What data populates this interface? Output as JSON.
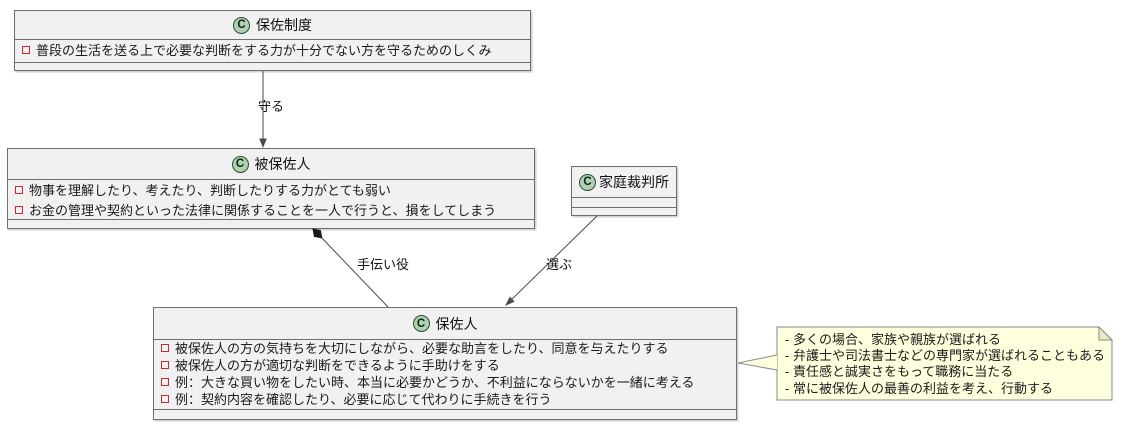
{
  "class_icon_letter": "C",
  "classes": [
    {
      "name": "保佐制度",
      "attributes": [
        "普段の生活を送る上で必要な判断をする力が十分でない方を守るためのしくみ"
      ]
    },
    {
      "name": "被保佐人",
      "attributes": [
        "物事を理解したり、考えたり、判断したりする力がとても弱い",
        "お金の管理や契約といった法律に関係することを一人で行うと、損をしてしまう"
      ]
    },
    {
      "name": "家庭裁判所",
      "attributes": []
    },
    {
      "name": "保佐人",
      "attributes": [
        "被保佐人の方の気持ちを大切にしながら、必要な助言をしたり、同意を与えたりする",
        "被保佐人の方が適切な判断をできるように手助けをする",
        "例：大きな買い物をしたい時、本当に必要かどうか、不利益にならないかを一緒に考える",
        "例：契約内容を確認したり、必要に応じて代わりに手続きを行う"
      ]
    }
  ],
  "relations": [
    {
      "from": "保佐制度",
      "to": "被保佐人",
      "label": "守る",
      "style": "arrow"
    },
    {
      "from": "保佐人",
      "to": "被保佐人",
      "label": "手伝い役",
      "style": "composition-diamond"
    },
    {
      "from": "家庭裁判所",
      "to": "保佐人",
      "label": "選ぶ",
      "style": "arrow"
    }
  ],
  "note": {
    "attached_to": "保佐人",
    "lines": [
      "- 多くの場合、家族や親族が選ばれる",
      "- 弁護士や司法書士などの専門家が選ばれることもある",
      "- 責任感と誠実さをもって職務に当たる",
      "- 常に被保佐人の最善の利益を考え、行動する"
    ]
  },
  "colors": {
    "class_fill": "#F1F1F1",
    "class_border": "#6E6E6E",
    "circle_fill": "#ADD1B2",
    "circle_border": "#2E4A33",
    "field_marker": "#C82930",
    "note_fill": "#FEFFDD",
    "note_border": "#8A8A8A",
    "edge_color": "#4A4A4A",
    "text_color": "#1A1A1A"
  }
}
